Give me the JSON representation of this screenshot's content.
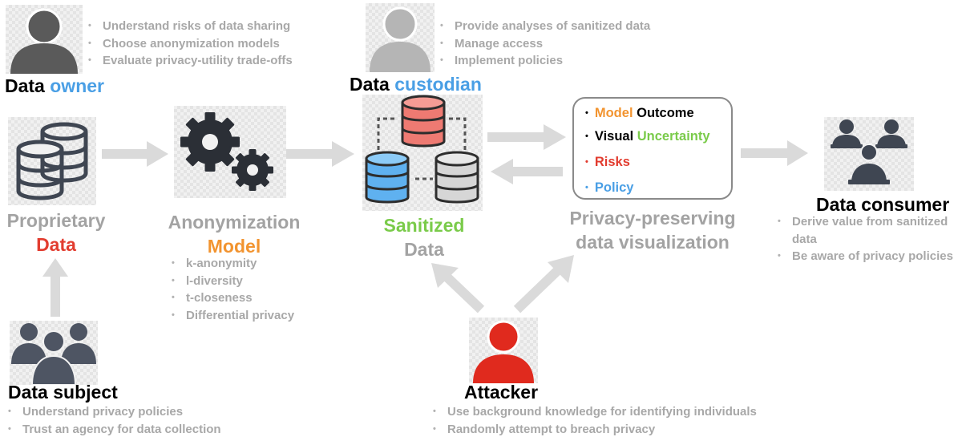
{
  "owner": {
    "label_a": "Data",
    "label_b": "owner",
    "bullets": [
      "Understand risks of data sharing",
      "Choose anonymization models",
      "Evaluate privacy-utility trade-offs"
    ]
  },
  "custodian": {
    "label_a": "Data",
    "label_b": "custodian",
    "bullets": [
      "Provide analyses of sanitized data",
      "Manage access",
      "Implement policies"
    ]
  },
  "proprietary": {
    "line1": "Proprietary",
    "line2": "Data"
  },
  "anonymization": {
    "line1": "Anonymization",
    "line2": "Model",
    "bullets": [
      "k-anonymity",
      "l-diversity",
      "t-closeness",
      "Differential privacy"
    ]
  },
  "sanitized": {
    "line1": "Sanitized",
    "line2": "Data"
  },
  "visualization": {
    "rows": [
      {
        "a": "Model",
        "b": "Outcome"
      },
      {
        "a": "Visual",
        "b": "Uncertainty"
      },
      {
        "a": "Risks"
      },
      {
        "a": "Policy"
      }
    ],
    "line1": "Privacy-preserving",
    "line2": "data visualization"
  },
  "consumer": {
    "label": "Data consumer",
    "bullets": [
      "Derive value from sanitized data",
      "Be aware of privacy policies"
    ]
  },
  "subject": {
    "label": "Data subject",
    "bullets": [
      "Understand privacy policies",
      "Trust an agency for data collection"
    ]
  },
  "attacker": {
    "label": "Attacker",
    "bullets": [
      "Use background knowledge for identifying individuals",
      "Randomly attempt to breach privacy"
    ]
  },
  "colors": {
    "gray_text": "#a3a3a3",
    "orange": "#f29430",
    "red": "#e23c2f",
    "green": "#7acb4a",
    "blue": "#4a9fe5",
    "icon_dark": "#3f4652",
    "arrow": "#dadada"
  }
}
